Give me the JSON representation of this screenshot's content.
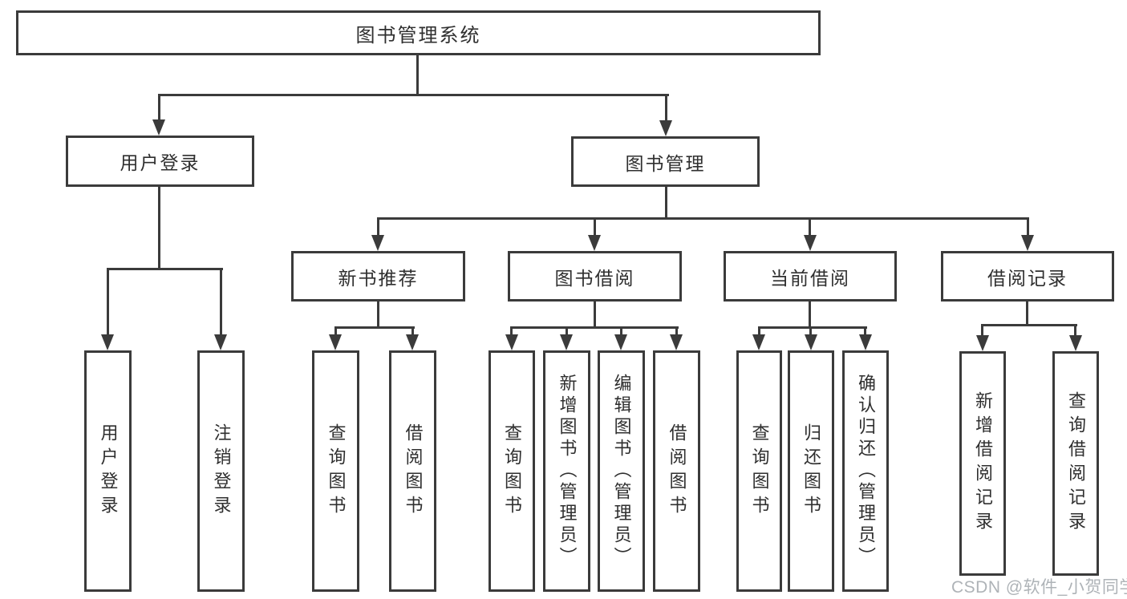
{
  "root": {
    "label": "图书管理系统"
  },
  "nodes": {
    "user_login": {
      "label": "用户登录",
      "children": [
        "用户登录",
        "注销登录"
      ]
    },
    "book_mgmt": {
      "label": "图书管理"
    },
    "new_rec": {
      "label": "新书推荐",
      "children": [
        "查询图书",
        "借阅图书"
      ]
    },
    "book_borrow": {
      "label": "图书借阅",
      "children": [
        "查询图书",
        "新增图书（管理员）",
        "编辑图书（管理员）",
        "借阅图书"
      ]
    },
    "cur_borrow": {
      "label": "当前借阅",
      "children": [
        "查询图书",
        "归还图书",
        "确认归还（管理员）"
      ]
    },
    "rec": {
      "label": "借阅记录",
      "children": [
        "新增借阅记录",
        "查询借阅记录"
      ]
    }
  },
  "watermark": "CSDN @软件_小贺同学",
  "colors": {
    "line": "#3b3b3b",
    "text": "#2f2f2f",
    "watermark": "#a6abb0",
    "background": "#ffffff"
  }
}
